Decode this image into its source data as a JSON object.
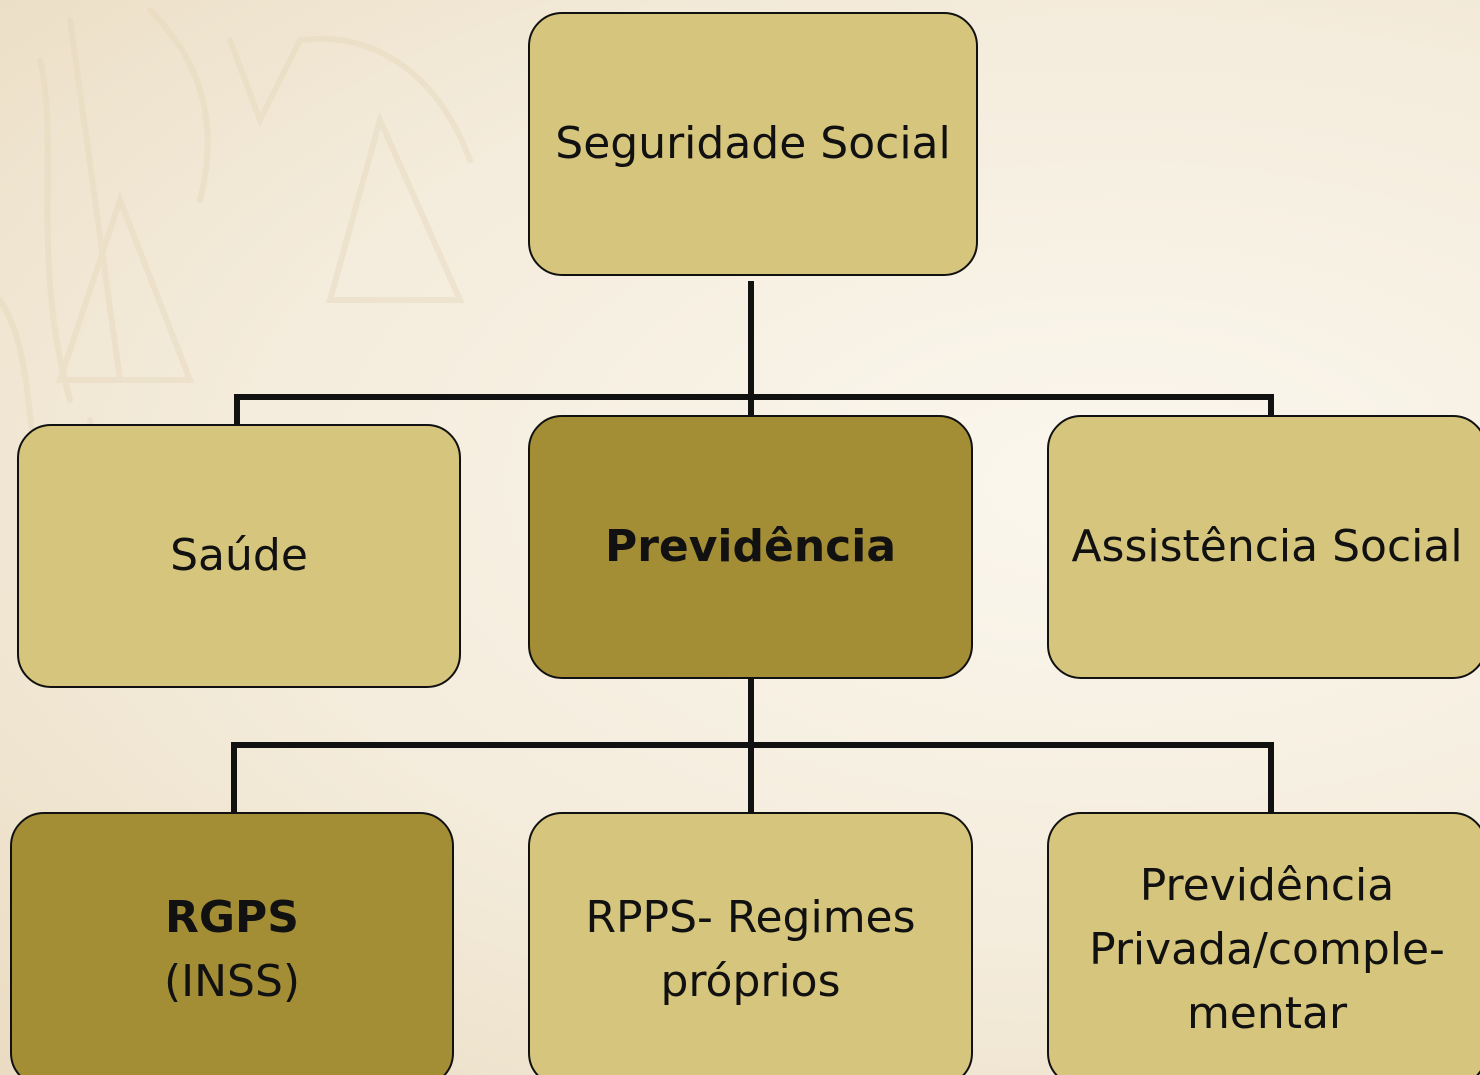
{
  "diagram": {
    "root": {
      "label": "Seguridade Social"
    },
    "level1": {
      "saude": {
        "label": "Saúde"
      },
      "previdencia": {
        "label": "Previdência"
      },
      "assistencia": {
        "label": "Assistência Social"
      }
    },
    "level2": {
      "rgps": {
        "title": "RGPS",
        "subtitle": "(INSS)"
      },
      "rpps": {
        "line1": "RPPS- Regimes",
        "line2": "próprios"
      },
      "privada": {
        "line1": "Previdência",
        "line2": "Privada/comple-",
        "line3": "mentar"
      }
    }
  },
  "colors": {
    "light_box": "#d6c57c",
    "dark_box": "#a48e35",
    "border": "#111111",
    "background": "#f4ecdc"
  }
}
